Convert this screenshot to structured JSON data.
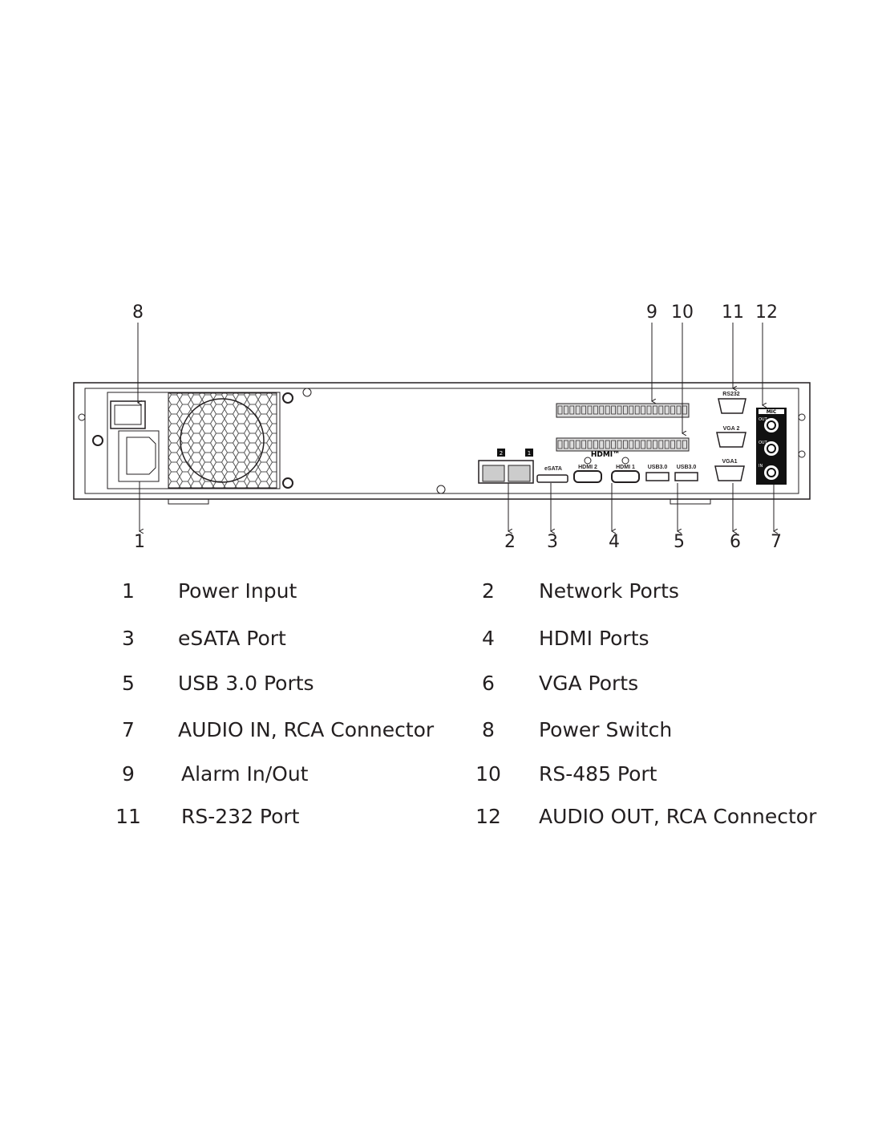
{
  "callouts_top": [
    "8",
    "9",
    "10",
    "11",
    "12"
  ],
  "callouts_bottom": [
    "1",
    "2",
    "3",
    "4",
    "5",
    "6",
    "7"
  ],
  "panel_labels": {
    "rs232": "RS232",
    "vga2": "VGA 2",
    "vga1": "VGA1",
    "mic": "MIC",
    "esata": "eSATA",
    "usb_a": "USB3.0",
    "usb_b": "USB3.0",
    "hdmi_logo": "HDMI™",
    "hdmi2": "HDMI 2",
    "hdmi1": "HDMI 1",
    "lan2": "2",
    "lan1": "1",
    "out2": "OUT",
    "out1": "OUT",
    "in": "IN"
  },
  "legend": [
    {
      "num": "1",
      "label": "Power Input"
    },
    {
      "num": "2",
      "label": "Network Ports"
    },
    {
      "num": "3",
      "label": "eSATA Port"
    },
    {
      "num": "4",
      "label": "HDMI Ports"
    },
    {
      "num": "5",
      "label": "USB 3.0 Ports"
    },
    {
      "num": "6",
      "label": "VGA Ports"
    },
    {
      "num": "7",
      "label": "AUDIO IN, RCA Connector"
    },
    {
      "num": "8",
      "label": "Power Switch"
    },
    {
      "num": "9",
      "label": "Alarm In/Out"
    },
    {
      "num": "10",
      "label": "RS-485 Port"
    },
    {
      "num": "11",
      "label": "RS-232 Port"
    },
    {
      "num": "12",
      "label": "AUDIO OUT, RCA Connector"
    }
  ]
}
